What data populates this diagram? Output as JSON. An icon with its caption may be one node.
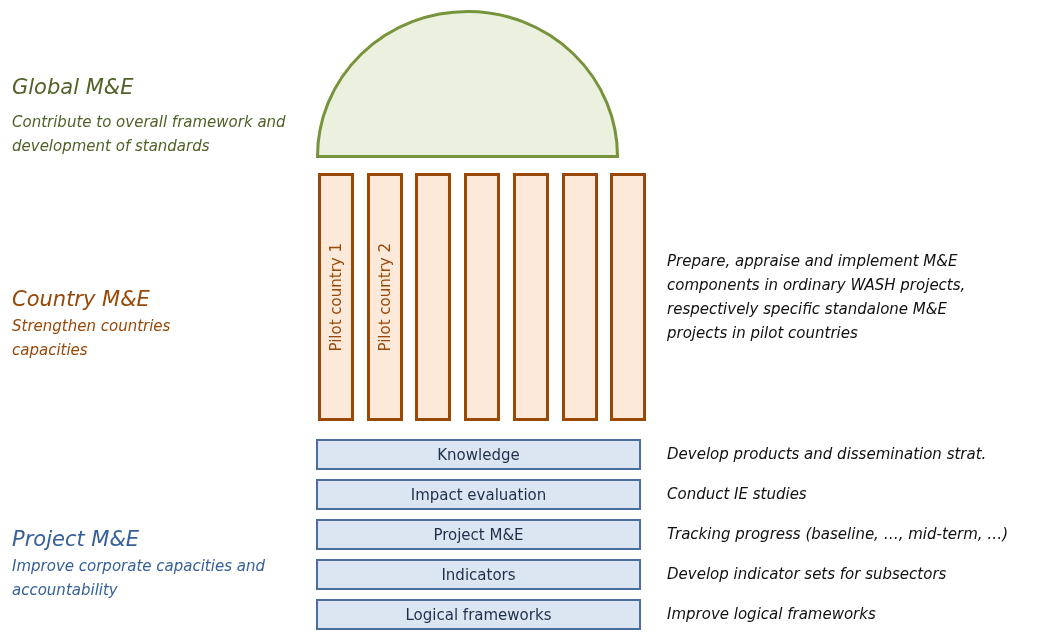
{
  "diagram": {
    "nodes": [
      {
        "text": [],
        "shape": "semicircle"
      },
      {
        "text": [
          "Pilot country 1"
        ]
      },
      {
        "text": [
          "Pilot country 2"
        ]
      },
      {
        "text": [],
        "shape": "bar"
      },
      {
        "text": [],
        "shape": "bar"
      },
      {
        "text": [],
        "shape": "bar"
      },
      {
        "text": [],
        "shape": "bar"
      },
      {
        "text": [],
        "shape": "bar"
      },
      {
        "text": [
          "Knowledge"
        ]
      },
      {
        "text": [
          "Impact evaluation"
        ]
      },
      {
        "text": [
          "Project M&E"
        ]
      },
      {
        "text": [
          "Indicators"
        ]
      },
      {
        "text": [
          "Logical frameworks"
        ]
      }
    ],
    "labels": [
      "Global M&E",
      "Contribute to overall framework and development of standards",
      "Country M&E",
      "Strengthen countries capacities",
      "Prepare, appraise and implement M&E components in ordinary WASH projects, respectively specific standalone M&E projects in pilot countries",
      "Develop products and dissemination strat.",
      "Conduct IE studies",
      "Project M&E",
      "Improve corporate capacities and accountability",
      "Tracking progress (baseline, …, mid-term, …)",
      "Develop indicator sets for subsectors",
      "Improve logical frameworks"
    ]
  }
}
